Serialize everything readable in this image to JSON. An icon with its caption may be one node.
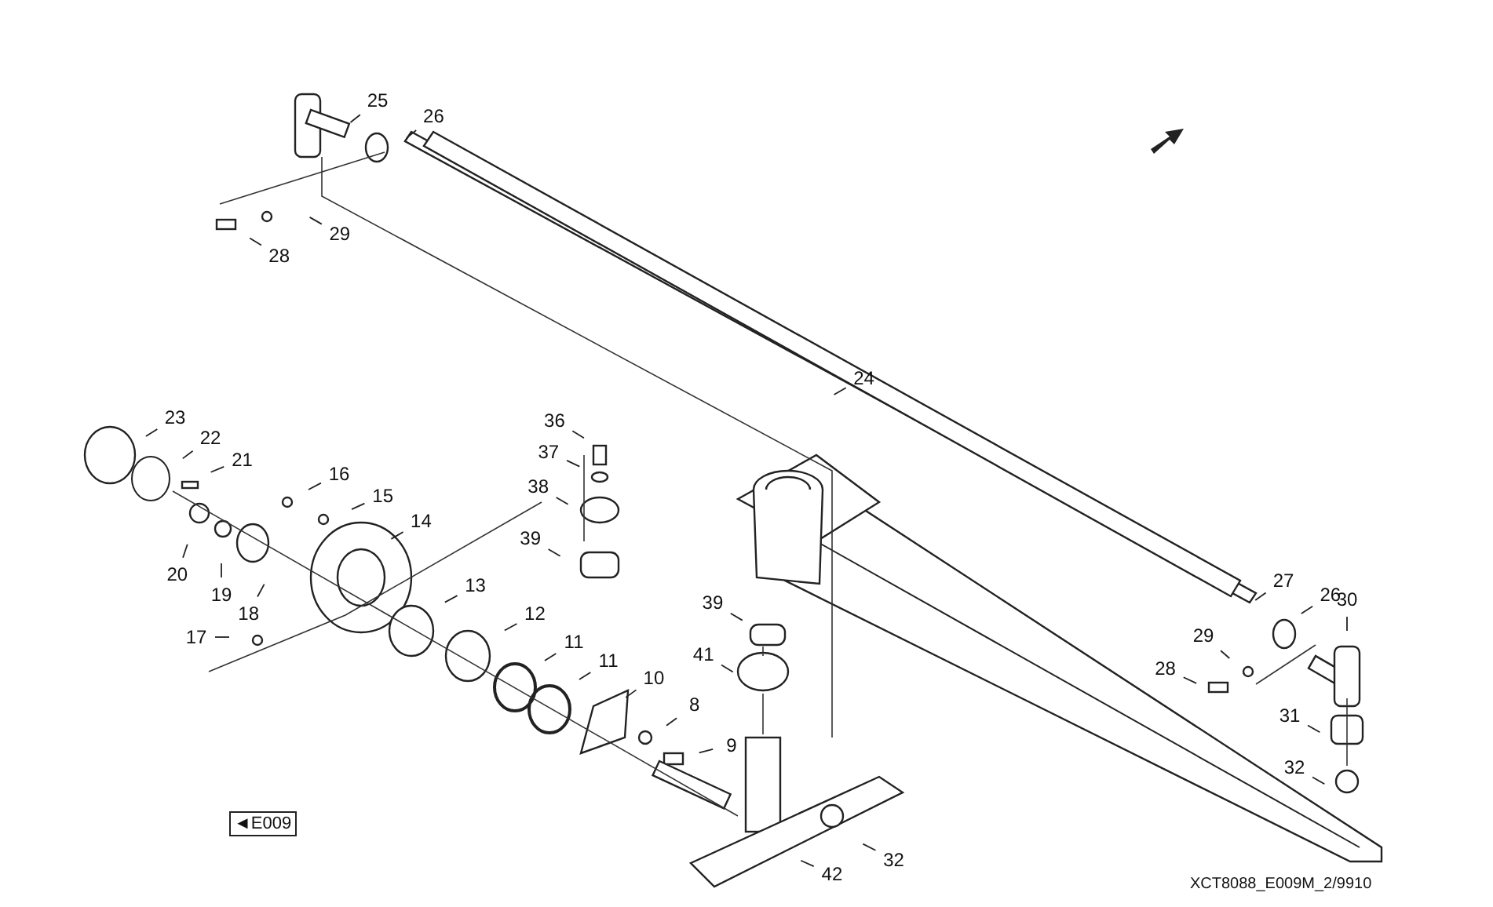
{
  "diagram": {
    "nodes": [
      {
        "text": [
          "25"
        ]
      },
      {
        "text": [
          "26"
        ]
      },
      {
        "text": [
          "29"
        ]
      },
      {
        "text": [
          "28"
        ]
      },
      {
        "text": [
          "24"
        ]
      },
      {
        "text": [
          "23"
        ]
      },
      {
        "text": [
          "22"
        ]
      },
      {
        "text": [
          "21"
        ]
      },
      {
        "text": [
          "16"
        ]
      },
      {
        "text": [
          "15"
        ]
      },
      {
        "text": [
          "14"
        ]
      },
      {
        "text": [
          "20"
        ]
      },
      {
        "text": [
          "19"
        ]
      },
      {
        "text": [
          "18"
        ]
      },
      {
        "text": [
          "17"
        ]
      },
      {
        "text": [
          "13"
        ]
      },
      {
        "text": [
          "12"
        ]
      },
      {
        "text": [
          "11"
        ]
      },
      {
        "text": [
          "11"
        ]
      },
      {
        "text": [
          "10"
        ]
      },
      {
        "text": [
          "8"
        ]
      },
      {
        "text": [
          "9"
        ]
      },
      {
        "text": [
          "36"
        ]
      },
      {
        "text": [
          "37"
        ]
      },
      {
        "text": [
          "38"
        ]
      },
      {
        "text": [
          "39"
        ]
      },
      {
        "text": [
          "39"
        ]
      },
      {
        "text": [
          "41"
        ]
      },
      {
        "text": [
          "42"
        ]
      },
      {
        "text": [
          "32"
        ]
      },
      {
        "text": [
          "27"
        ]
      },
      {
        "text": [
          "26"
        ]
      },
      {
        "text": [
          "30"
        ]
      },
      {
        "text": [
          "29"
        ]
      },
      {
        "text": [
          "28"
        ]
      },
      {
        "text": [
          "31"
        ]
      },
      {
        "text": [
          "32"
        ]
      }
    ],
    "edges": [
      {
        "from": 0,
        "to": null,
        "arrow": "none"
      },
      {
        "from": 1,
        "to": null,
        "arrow": "none"
      },
      {
        "from": 2,
        "to": null,
        "arrow": "none"
      },
      {
        "from": 3,
        "to": null,
        "arrow": "none"
      },
      {
        "from": 4,
        "to": null,
        "arrow": "none"
      },
      {
        "from": 5,
        "to": null,
        "arrow": "none"
      },
      {
        "from": 6,
        "to": null,
        "arrow": "none"
      },
      {
        "from": 7,
        "to": null,
        "arrow": "none"
      },
      {
        "from": 8,
        "to": null,
        "arrow": "none"
      },
      {
        "from": 9,
        "to": null,
        "arrow": "none"
      },
      {
        "from": 10,
        "to": null,
        "arrow": "none"
      },
      {
        "from": 11,
        "to": null,
        "arrow": "none"
      },
      {
        "from": 12,
        "to": null,
        "arrow": "none"
      },
      {
        "from": 13,
        "to": null,
        "arrow": "none"
      },
      {
        "from": 14,
        "to": null,
        "arrow": "none"
      },
      {
        "from": 15,
        "to": null,
        "arrow": "none"
      },
      {
        "from": 16,
        "to": null,
        "arrow": "none"
      },
      {
        "from": 17,
        "to": null,
        "arrow": "none"
      },
      {
        "from": 18,
        "to": null,
        "arrow": "none"
      },
      {
        "from": 19,
        "to": null,
        "arrow": "none"
      },
      {
        "from": 20,
        "to": null,
        "arrow": "none"
      },
      {
        "from": 21,
        "to": null,
        "arrow": "none"
      },
      {
        "from": 22,
        "to": null,
        "arrow": "none"
      },
      {
        "from": 23,
        "to": null,
        "arrow": "none"
      },
      {
        "from": 24,
        "to": null,
        "arrow": "none"
      },
      {
        "from": 25,
        "to": null,
        "arrow": "none"
      },
      {
        "from": 26,
        "to": null,
        "arrow": "none"
      },
      {
        "from": 27,
        "to": null,
        "arrow": "none"
      },
      {
        "from": 28,
        "to": null,
        "arrow": "none"
      },
      {
        "from": 29,
        "to": null,
        "arrow": "none"
      },
      {
        "from": 30,
        "to": null,
        "arrow": "none"
      },
      {
        "from": 31,
        "to": null,
        "arrow": "none"
      },
      {
        "from": 32,
        "to": null,
        "arrow": "none"
      },
      {
        "from": 33,
        "to": null,
        "arrow": "none"
      },
      {
        "from": 34,
        "to": null,
        "arrow": "none"
      },
      {
        "from": 35,
        "to": null,
        "arrow": "none"
      },
      {
        "from": 36,
        "to": null,
        "arrow": "none"
      }
    ],
    "labels": [
      "◄E009",
      "XCT8088_E009M_2/9910"
    ]
  }
}
